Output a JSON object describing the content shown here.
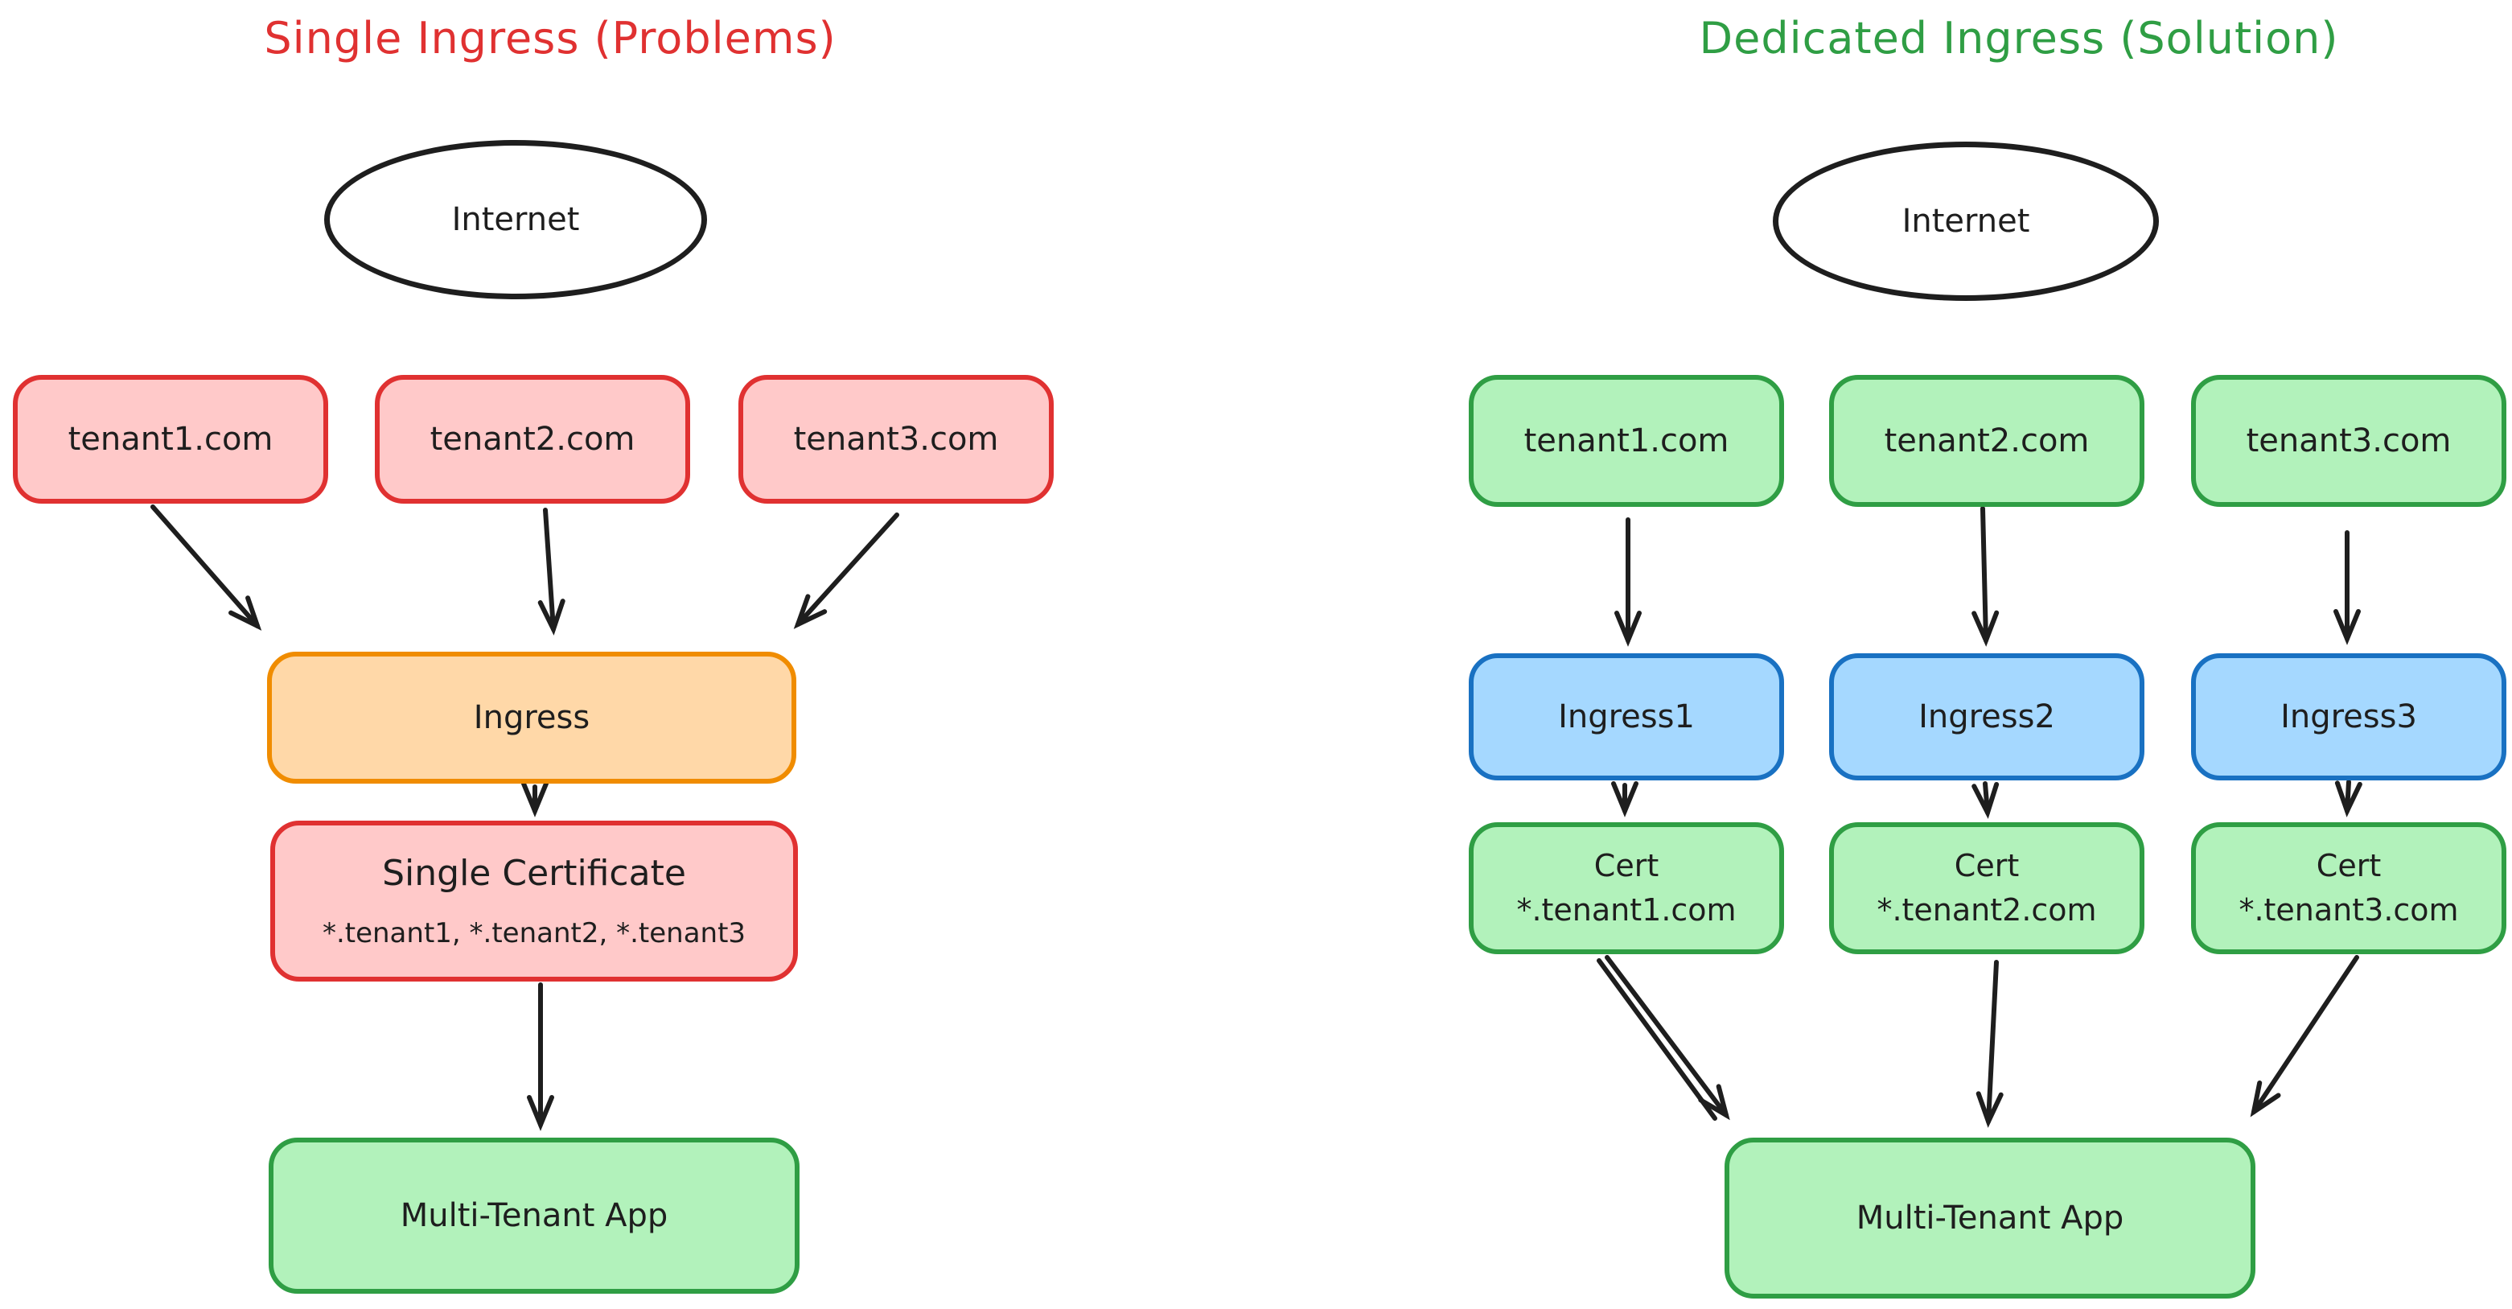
{
  "colors": {
    "ink": "#1e1e1e",
    "red_stroke": "#e03131",
    "red_fill": "#ffc9c9",
    "green_stroke": "#2f9e44",
    "green_fill": "#b2f2bb",
    "blue_stroke": "#1971c2",
    "blue_fill": "#a5d8ff",
    "orange_stroke": "#f08c00",
    "orange_fill": "#ffd8a8",
    "title_left": "#e03131",
    "title_right": "#2f9e44"
  },
  "diagram": {
    "left": {
      "title": "Single Ingress (Problems)",
      "internet": "Internet",
      "tenants": {
        "t1": "tenant1.com",
        "t2": "tenant2.com",
        "t3": "tenant3.com"
      },
      "ingress": "Ingress",
      "certificate": {
        "title": "Single Certificate",
        "subtitle": "*.tenant1, *.tenant2, *.tenant3"
      },
      "app": "Multi-Tenant App"
    },
    "right": {
      "title": "Dedicated Ingress (Solution)",
      "internet": "Internet",
      "tenants": {
        "t1": "tenant1.com",
        "t2": "tenant2.com",
        "t3": "tenant3.com"
      },
      "ingresses": {
        "i1": "Ingress1",
        "i2": "Ingress2",
        "i3": "Ingress3"
      },
      "certs": {
        "c1": {
          "title": "Cert",
          "subtitle": "*.tenant1.com"
        },
        "c2": {
          "title": "Cert",
          "subtitle": "*.tenant2.com"
        },
        "c3": {
          "title": "Cert",
          "subtitle": "*.tenant3.com"
        }
      },
      "app": "Multi-Tenant App"
    },
    "edges": [
      {
        "from": "left.tenant1",
        "to": "left.ingress"
      },
      {
        "from": "left.tenant2",
        "to": "left.ingress"
      },
      {
        "from": "left.tenant3",
        "to": "left.ingress"
      },
      {
        "from": "left.ingress",
        "to": "left.certificate"
      },
      {
        "from": "left.certificate",
        "to": "left.app"
      },
      {
        "from": "right.tenant1",
        "to": "right.ingress1"
      },
      {
        "from": "right.tenant2",
        "to": "right.ingress2"
      },
      {
        "from": "right.tenant3",
        "to": "right.ingress3"
      },
      {
        "from": "right.ingress1",
        "to": "right.cert1"
      },
      {
        "from": "right.ingress2",
        "to": "right.cert2"
      },
      {
        "from": "right.ingress3",
        "to": "right.cert3"
      },
      {
        "from": "right.cert1",
        "to": "right.app"
      },
      {
        "from": "right.cert2",
        "to": "right.app"
      },
      {
        "from": "right.cert3",
        "to": "right.app"
      }
    ]
  }
}
